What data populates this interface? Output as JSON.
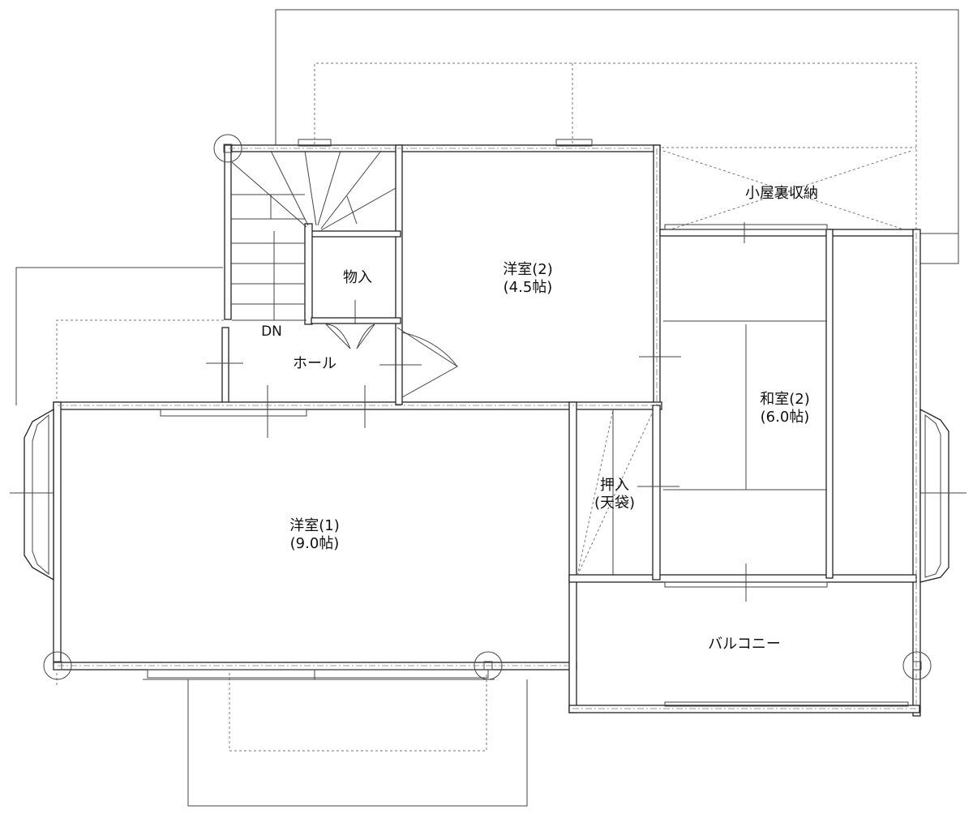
{
  "rooms": {
    "western_room_1": {
      "name": "洋室(1)",
      "size": "(9.0帖)"
    },
    "western_room_2": {
      "name": "洋室(2)",
      "size": "(4.5帖)"
    },
    "japanese_room_2": {
      "name": "和室(2)",
      "size": "(6.0帖)"
    },
    "closet": {
      "name": "押入",
      "sub": "(天袋)"
    },
    "storage": {
      "name": "物入"
    },
    "hall": {
      "name": "ホール"
    },
    "attic_storage": {
      "name": "小屋裏収納"
    },
    "balcony": {
      "name": "バルコニー"
    }
  },
  "stairs": {
    "direction_label": "DN"
  }
}
